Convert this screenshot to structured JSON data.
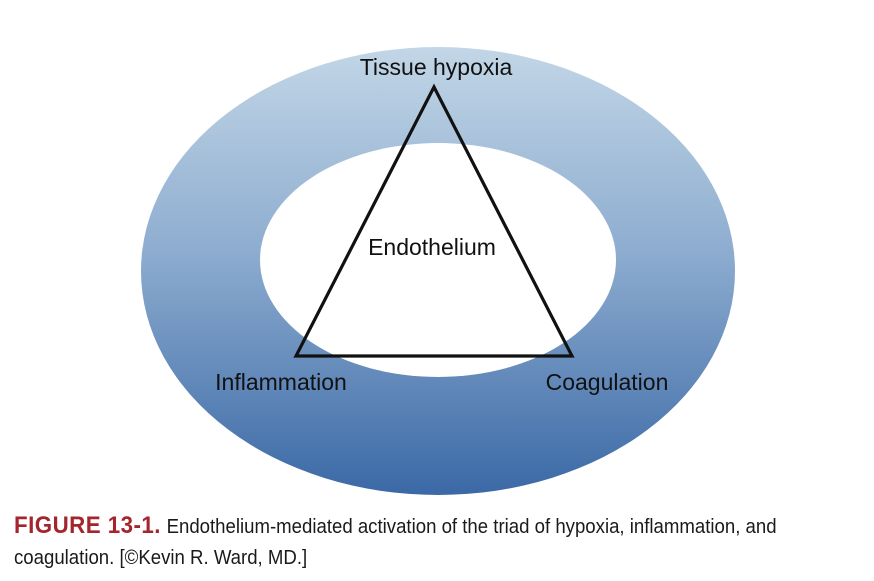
{
  "diagram": {
    "apex_label": "Tissue hypoxia",
    "center_label": "Endothelium",
    "left_label": "Inflammation",
    "right_label": "Coagulation",
    "ring_color_top": "#c2d6e6",
    "ring_color_bottom": "#3b69a6",
    "triangle_color": "#111111"
  },
  "caption": {
    "label": "FIGURE 13-1.",
    "text": "Endothelium-mediated activation of the triad of hypoxia, inflammation, and coagulation. [©Kevin R. Ward, MD.]"
  }
}
